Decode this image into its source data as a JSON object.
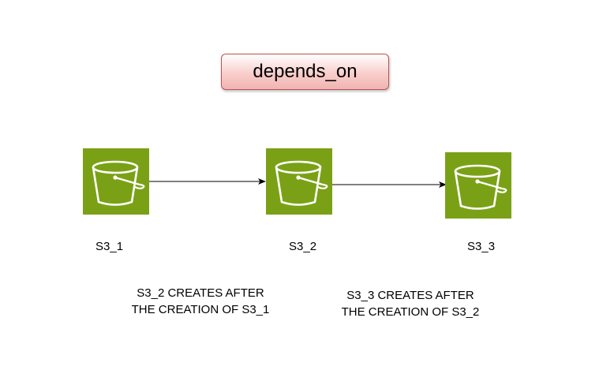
{
  "title": "depends_on",
  "colors": {
    "bucket_fill": "#7aa116",
    "title_border": "#b85450",
    "title_fill": "#f8cecc"
  },
  "nodes": [
    {
      "label": "S3_1",
      "icon": "s3-bucket-icon"
    },
    {
      "label": "S3_2",
      "icon": "s3-bucket-icon"
    },
    {
      "label": "S3_3",
      "icon": "s3-bucket-icon"
    }
  ],
  "edges": [
    {
      "from": "S3_1",
      "to": "S3_2",
      "caption": "S3_2 CREATES AFTER\nTHE CREATION OF S3_1"
    },
    {
      "from": "S3_2",
      "to": "S3_3",
      "caption": "S3_3 CREATES AFTER\nTHE CREATION OF S3_2"
    }
  ]
}
